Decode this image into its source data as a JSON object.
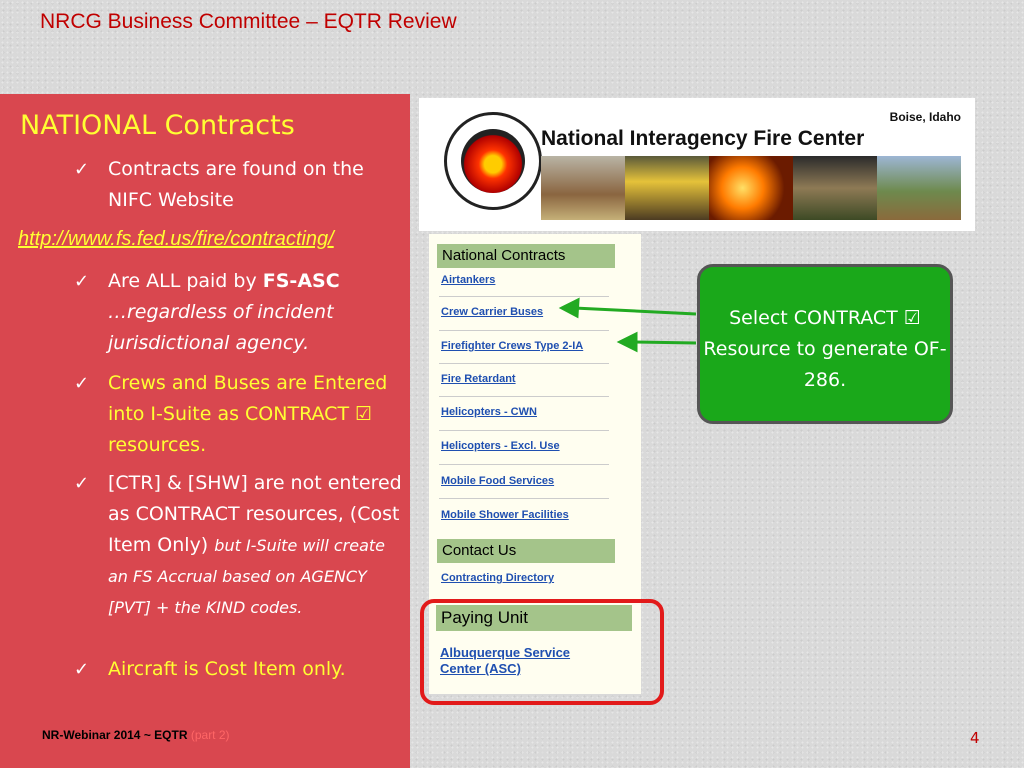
{
  "slide": {
    "title": "NRCG Business Committee – EQTR Review",
    "heading": "NATIONAL Contracts",
    "url": "http://www.fs.fed.us/fire/contracting/",
    "bullet1": "Contracts are found on the NIFC Website",
    "bullet2_pre": "Are ALL paid by ",
    "bullet2_bold": "FS-ASC",
    "bullet2_ital": "…regardless of incident jurisdictional agency.",
    "bullet3": "Crews and Buses are Entered into I-Suite as CONTRACT ☑  resources.",
    "bullet4": "[CTR] & [SHW] are not entered as CONTRACT resources,  (Cost Item Only)",
    "bullet4_ital": "but I-Suite will create an FS Accrual based on AGENCY [PVT] + the KIND codes.",
    "bullet5": "Aircraft is Cost Item only.",
    "check": "✓",
    "footer": "NR-Webinar 2014 ~ EQTR",
    "footer_part": "(part 2)",
    "page_number": "4"
  },
  "banner": {
    "org": "National Interagency Fire Center",
    "city": "Boise, Idaho"
  },
  "web": {
    "contracts_head": "National Contracts",
    "links": [
      "Airtankers",
      "Crew Carrier Buses",
      "Firefighter Crews Type 2-IA",
      "Fire Retardant",
      "Helicopters - CWN",
      "Helicopters - Excl. Use",
      "Mobile Food Services",
      "Mobile Shower Facilities"
    ],
    "contact_head": "Contact Us",
    "contact_link": "Contracting Directory",
    "paying_head": "Paying Unit",
    "paying_link": "Albuquerque Service Center (ASC)"
  },
  "callout": {
    "text": "Select CONTRACT ☑ Resource to generate  OF-286."
  },
  "colors": {
    "panel": "#d9474f",
    "accent_yellow": "#ffff33",
    "title_red": "#c00000",
    "callout_green": "#1aa81a",
    "highlight_red": "#e21a1a"
  }
}
